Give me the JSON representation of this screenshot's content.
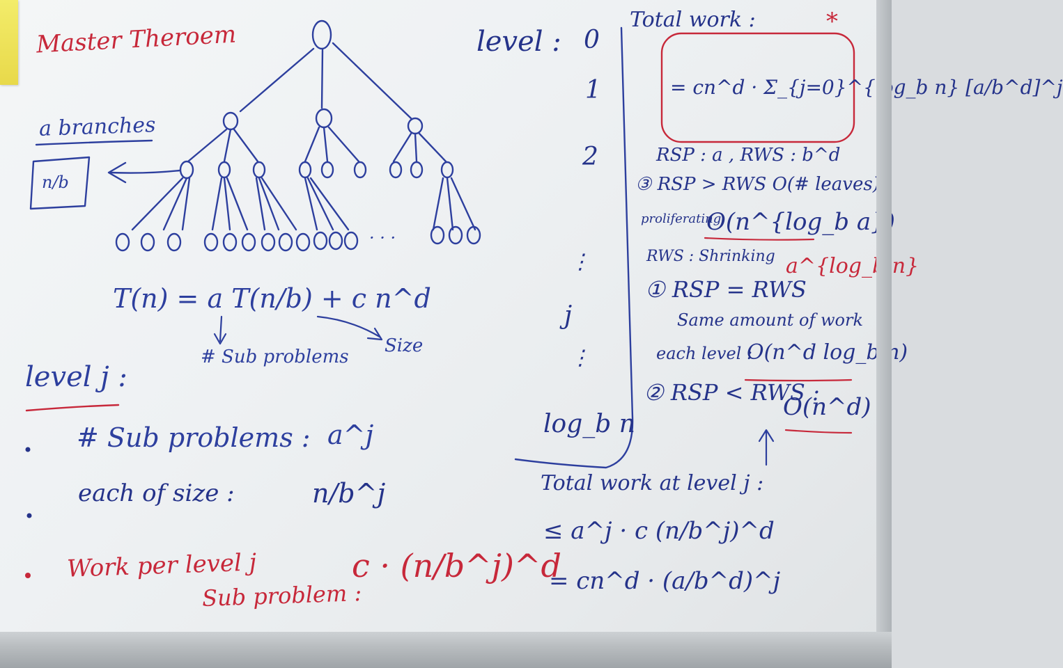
{
  "title": "Master Theroem",
  "tree": {
    "branches_label": "a branches",
    "box_label": "n/b",
    "ellipsis": "· · ·"
  },
  "recurrence": {
    "formula": "T(n) = a T(n/b) + c n^d",
    "arrow_a": "# Sub problems",
    "arrow_size": "Size"
  },
  "level_j": {
    "heading": "level j :",
    "subproblems_label": "# Sub problems :",
    "subproblems_value": "a^j",
    "size_label": "each of size :",
    "size_value": "n/b^j",
    "work_label": "Work per level j",
    "work_label2": "Sub problem :",
    "work_value": "c · (n/b^j)^d"
  },
  "levels": {
    "heading": "level :",
    "items": [
      "0",
      "1",
      "2",
      "⋮",
      "j",
      "⋮",
      "log_b n"
    ]
  },
  "total_work_level": {
    "heading": "Total work at level j :",
    "line1": "≤ a^j · c (n/b^j)^d",
    "line2": "= cn^d · (a/b^d)^j"
  },
  "total_work": {
    "heading": "Total work :",
    "star": "*",
    "formula": "= cn^d · Σ_{j=0}^{log_b n} [a/b^d]^j",
    "rsp_rws": "RSP : a ,  RWS : b^d",
    "case3": "③ RSP > RWS  O(# leaves)",
    "proliferating": "proliferating",
    "case3_result": "O(n^{log_b a})",
    "rws_shrinking": "RWS : Shrinking",
    "a_log": "a^{log_b n}",
    "case1": "① RSP = RWS",
    "case1_note": "Same amount of work",
    "case1_result_label": "each level :",
    "case1_result": "O(n^d log_b n)",
    "case2": "② RSP < RWS :",
    "case2_result": "O(n^d)"
  }
}
